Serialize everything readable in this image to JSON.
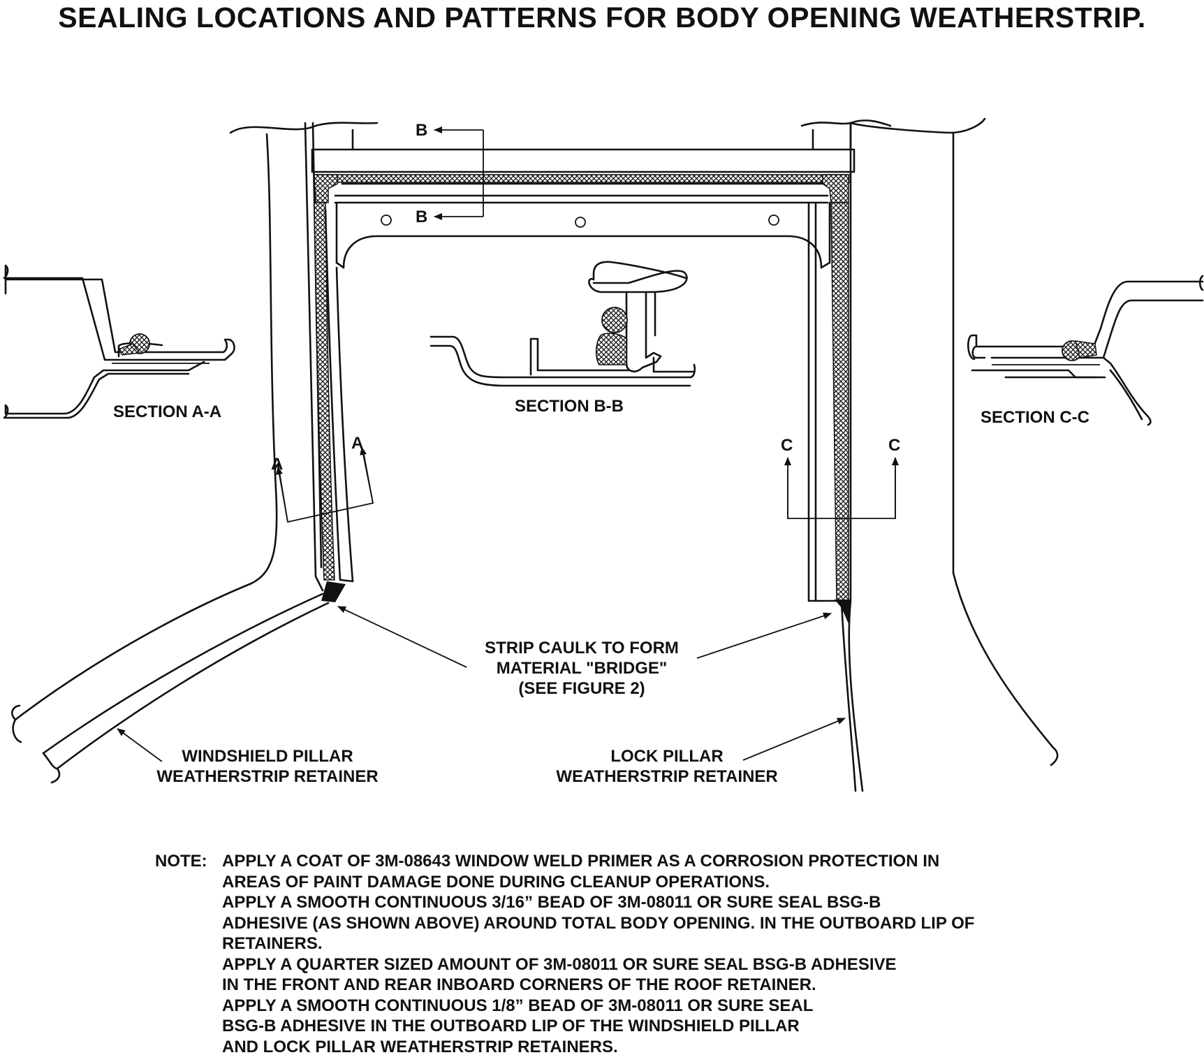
{
  "title": "SEALING LOCATIONS AND PATTERNS FOR BODY OPENING WEATHERSTRIP.",
  "sections": {
    "a": "SECTION A-A",
    "b": "SECTION B-B",
    "c": "SECTION C-C"
  },
  "markers": {
    "a": "A",
    "b": "B",
    "c": "C"
  },
  "callouts": {
    "strip_caulk": [
      "STRIP CAULK TO FORM",
      "MATERIAL \"BRIDGE\"",
      "(SEE FIGURE 2)"
    ],
    "windshield": [
      "WINDSHIELD PILLAR",
      "WEATHERSTRIP RETAINER"
    ],
    "lock": [
      "LOCK PILLAR",
      "WEATHERSTRIP RETAINER"
    ]
  },
  "note": {
    "label": "NOTE:",
    "lines": [
      "APPLY A COAT OF 3M-08643 WINDOW WELD PRIMER AS A CORROSION PROTECTION IN",
      "AREAS OF PAINT DAMAGE DONE DURING CLEANUP OPERATIONS.",
      "APPLY A SMOOTH CONTINUOUS 3/16” BEAD OF 3M-08011 OR SURE SEAL BSG-B",
      "ADHESIVE (AS SHOWN ABOVE) AROUND TOTAL BODY OPENING. IN THE OUTBOARD LIP OF",
      "RETAINERS.",
      "APPLY A QUARTER SIZED AMOUNT OF 3M-08011 OR SURE SEAL BSG-B ADHESIVE",
      "IN THE FRONT AND REAR INBOARD CORNERS OF THE ROOF RETAINER.",
      "APPLY A SMOOTH CONTINUOUS 1/8” BEAD OF 3M-08011 OR SURE SEAL",
      "BSG-B ADHESIVE IN THE OUTBOARD LIP OF THE WINDSHIELD PILLAR",
      "AND LOCK PILLAR WEATHERSTRIP RETAINERS."
    ]
  }
}
